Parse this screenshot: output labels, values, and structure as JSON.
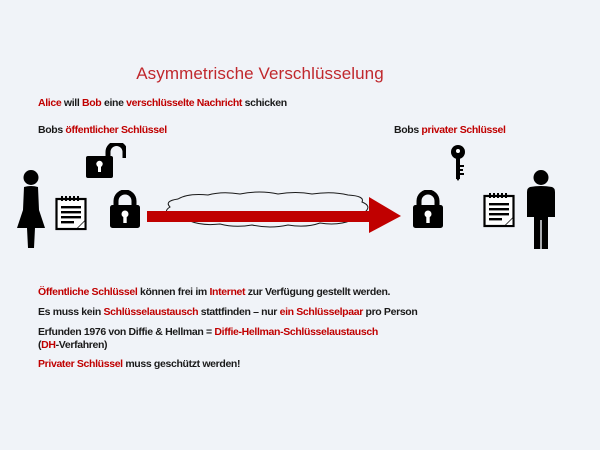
{
  "slide": {
    "title": "Asymmetrische Verschlüsselung",
    "colors": {
      "background": "#f0f3f8",
      "title": "#c0282d",
      "highlight": "#c00000",
      "text": "#1a1a1a",
      "arrow": "#c00000",
      "icon": "#000000"
    }
  },
  "intro": {
    "alice": "Alice",
    "will": " will ",
    "bob": "Bob",
    "eine": " eine ",
    "message": "verschlüsselte Nachricht",
    "schicken": " schicken"
  },
  "labels": {
    "public_prefix": "Bobs ",
    "public_key": "öffentlicher Schlüssel",
    "private_prefix": "Bobs ",
    "private_key": "privater Schlüssel"
  },
  "icons": {
    "alice": "person-female-icon",
    "alice_message": "notepad-icon",
    "open_lock": "unlocked-padlock-icon",
    "closed_lock": "locked-padlock-icon",
    "internet": "cloud-icon",
    "transfer": "arrow-right-icon",
    "bob_lock": "locked-padlock-icon",
    "bob_key": "key-icon",
    "bob_message": "notepad-icon",
    "bob": "person-male-icon"
  },
  "facts": {
    "line1": {
      "a": "Öffentliche Schlüssel",
      "b": " können frei im ",
      "c": "Internet",
      "d": " zur Verfügung gestellt werden."
    },
    "line2": {
      "a": "Es muss kein ",
      "b": "Schlüsselaustausch",
      "c": " stattfinden – nur ",
      "d": "ein Schlüsselpaar",
      "e": " pro Person"
    },
    "line3": {
      "a": "Erfunden 1976 von Diffie & Hellman = ",
      "b": "Diffie-Hellman-Schlüsselaustausch"
    },
    "line4": {
      "a": "(",
      "b": "DH",
      "c": "-Verfahren)"
    },
    "line5": {
      "a": "Privater Schlüssel",
      "b": " muss geschützt werden!"
    }
  }
}
